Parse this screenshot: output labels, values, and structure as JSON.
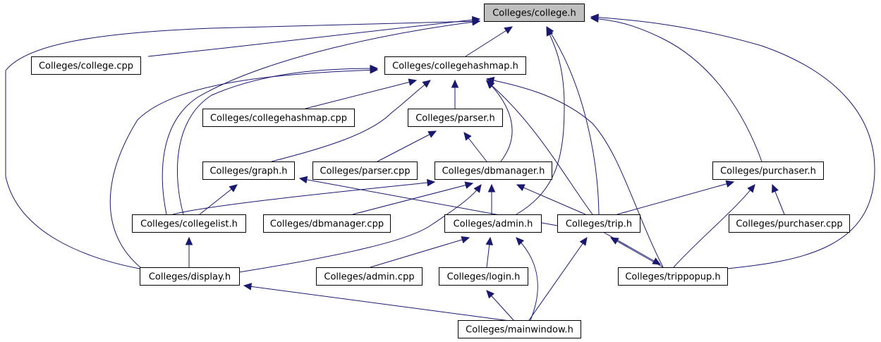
{
  "diagram": {
    "colors": {
      "edge": "#191970",
      "root_fill": "#bfbfbf",
      "node_fill": "#ffffff",
      "node_stroke": "#000000"
    },
    "nodes": [
      {
        "id": "college_h",
        "label": "Colleges/college.h",
        "root": true
      },
      {
        "id": "college_cpp",
        "label": "Colleges/college.cpp"
      },
      {
        "id": "collegehashmap_h",
        "label": "Colleges/collegehashmap.h"
      },
      {
        "id": "collegehashmap_cpp",
        "label": "Colleges/collegehashmap.cpp"
      },
      {
        "id": "parser_h",
        "label": "Colleges/parser.h"
      },
      {
        "id": "graph_h",
        "label": "Colleges/graph.h"
      },
      {
        "id": "parser_cpp",
        "label": "Colleges/parser.cpp"
      },
      {
        "id": "dbmanager_h",
        "label": "Colleges/dbmanager.h"
      },
      {
        "id": "purchaser_h",
        "label": "Colleges/purchaser.h"
      },
      {
        "id": "collegelist_h",
        "label": "Colleges/collegelist.h"
      },
      {
        "id": "dbmanager_cpp",
        "label": "Colleges/dbmanager.cpp"
      },
      {
        "id": "admin_h",
        "label": "Colleges/admin.h"
      },
      {
        "id": "trip_h",
        "label": "Colleges/trip.h"
      },
      {
        "id": "purchaser_cpp",
        "label": "Colleges/purchaser.cpp"
      },
      {
        "id": "display_h",
        "label": "Colleges/display.h"
      },
      {
        "id": "admin_cpp",
        "label": "Colleges/admin.cpp"
      },
      {
        "id": "login_h",
        "label": "Colleges/login.h"
      },
      {
        "id": "trippopup_h",
        "label": "Colleges/trippopup.h"
      },
      {
        "id": "mainwindow_h",
        "label": "Colleges/mainwindow.h"
      }
    ],
    "edges": [
      {
        "from": "college_cpp",
        "to": "college_h"
      },
      {
        "from": "collegehashmap_h",
        "to": "college_h"
      },
      {
        "from": "collegelist_h",
        "to": "college_h"
      },
      {
        "from": "display_h",
        "to": "college_h"
      },
      {
        "from": "admin_h",
        "to": "college_h"
      },
      {
        "from": "trip_h",
        "to": "college_h"
      },
      {
        "from": "purchaser_h",
        "to": "college_h"
      },
      {
        "from": "trippopup_h",
        "to": "college_h"
      },
      {
        "from": "collegehashmap_cpp",
        "to": "collegehashmap_h"
      },
      {
        "from": "parser_h",
        "to": "collegehashmap_h"
      },
      {
        "from": "graph_h",
        "to": "collegehashmap_h"
      },
      {
        "from": "dbmanager_h",
        "to": "collegehashmap_h"
      },
      {
        "from": "collegelist_h",
        "to": "collegehashmap_h"
      },
      {
        "from": "display_h",
        "to": "collegehashmap_h"
      },
      {
        "from": "trip_h",
        "to": "collegehashmap_h"
      },
      {
        "from": "trippopup_h",
        "to": "collegehashmap_h"
      },
      {
        "from": "parser_cpp",
        "to": "parser_h"
      },
      {
        "from": "dbmanager_h",
        "to": "parser_h"
      },
      {
        "from": "collegelist_h",
        "to": "graph_h"
      },
      {
        "from": "trip_h",
        "to": "graph_h"
      },
      {
        "from": "collegelist_h",
        "to": "dbmanager_h"
      },
      {
        "from": "dbmanager_cpp",
        "to": "dbmanager_h"
      },
      {
        "from": "admin_h",
        "to": "dbmanager_h"
      },
      {
        "from": "trip_h",
        "to": "dbmanager_h"
      },
      {
        "from": "display_h",
        "to": "dbmanager_h"
      },
      {
        "from": "trip_h",
        "to": "purchaser_h"
      },
      {
        "from": "purchaser_cpp",
        "to": "purchaser_h"
      },
      {
        "from": "trippopup_h",
        "to": "purchaser_h"
      },
      {
        "from": "display_h",
        "to": "collegelist_h"
      },
      {
        "from": "admin_cpp",
        "to": "admin_h"
      },
      {
        "from": "login_h",
        "to": "admin_h"
      },
      {
        "from": "mainwindow_h",
        "to": "admin_h"
      },
      {
        "from": "trippopup_h",
        "to": "trip_h"
      },
      {
        "from": "mainwindow_h",
        "to": "trip_h"
      },
      {
        "from": "trip_h",
        "to": "trippopup_h"
      },
      {
        "from": "mainwindow_h",
        "to": "display_h"
      },
      {
        "from": "mainwindow_h",
        "to": "login_h"
      }
    ]
  }
}
